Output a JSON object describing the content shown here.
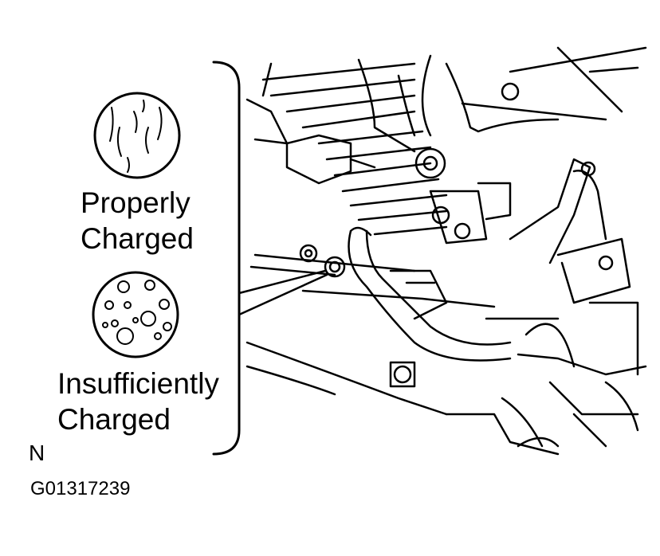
{
  "labels": {
    "properly_charged": [
      "Properly",
      "Charged"
    ],
    "insufficiently_charged": [
      "Insufficiently",
      "Charged"
    ],
    "view_marker": "N",
    "figure_id": "G01317239"
  }
}
